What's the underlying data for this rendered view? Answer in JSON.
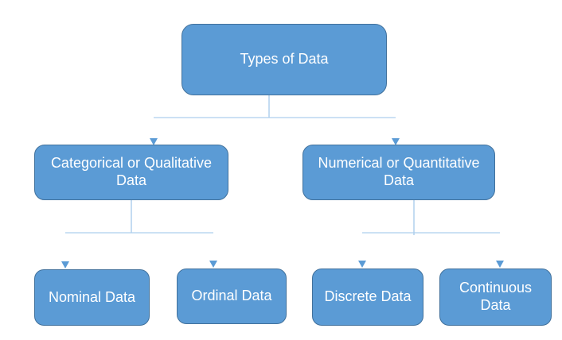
{
  "diagram": {
    "type": "tree-flowchart",
    "title": "Types of Data",
    "colors": {
      "node_fill": "#5b9bd5",
      "node_border": "#41719c",
      "node_text": "#ffffff",
      "connector_light": "#aecfee",
      "connector_stub": "#a4c8ea",
      "arrow_fill": "#5b9bd5",
      "background": "#ffffff"
    },
    "nodes": {
      "root": {
        "label": "Types of Data"
      },
      "categorical": {
        "label": "Categorical or Qualitative Data"
      },
      "numerical": {
        "label": "Numerical or Quantitative Data"
      },
      "nominal": {
        "label": "Nominal Data"
      },
      "ordinal": {
        "label": "Ordinal Data"
      },
      "discrete": {
        "label": "Discrete Data"
      },
      "continuous": {
        "label": "Continuous Data"
      }
    },
    "edges": [
      {
        "from": "Types of Data",
        "to": "Categorical or Qualitative Data"
      },
      {
        "from": "Types of Data",
        "to": "Numerical or Quantitative Data"
      },
      {
        "from": "Categorical or Qualitative Data",
        "to": "Nominal Data"
      },
      {
        "from": "Categorical or Qualitative Data",
        "to": "Ordinal Data"
      },
      {
        "from": "Numerical or Quantitative Data",
        "to": "Discrete Data"
      },
      {
        "from": "Numerical or Quantitative Data",
        "to": "Continuous Data"
      }
    ]
  }
}
